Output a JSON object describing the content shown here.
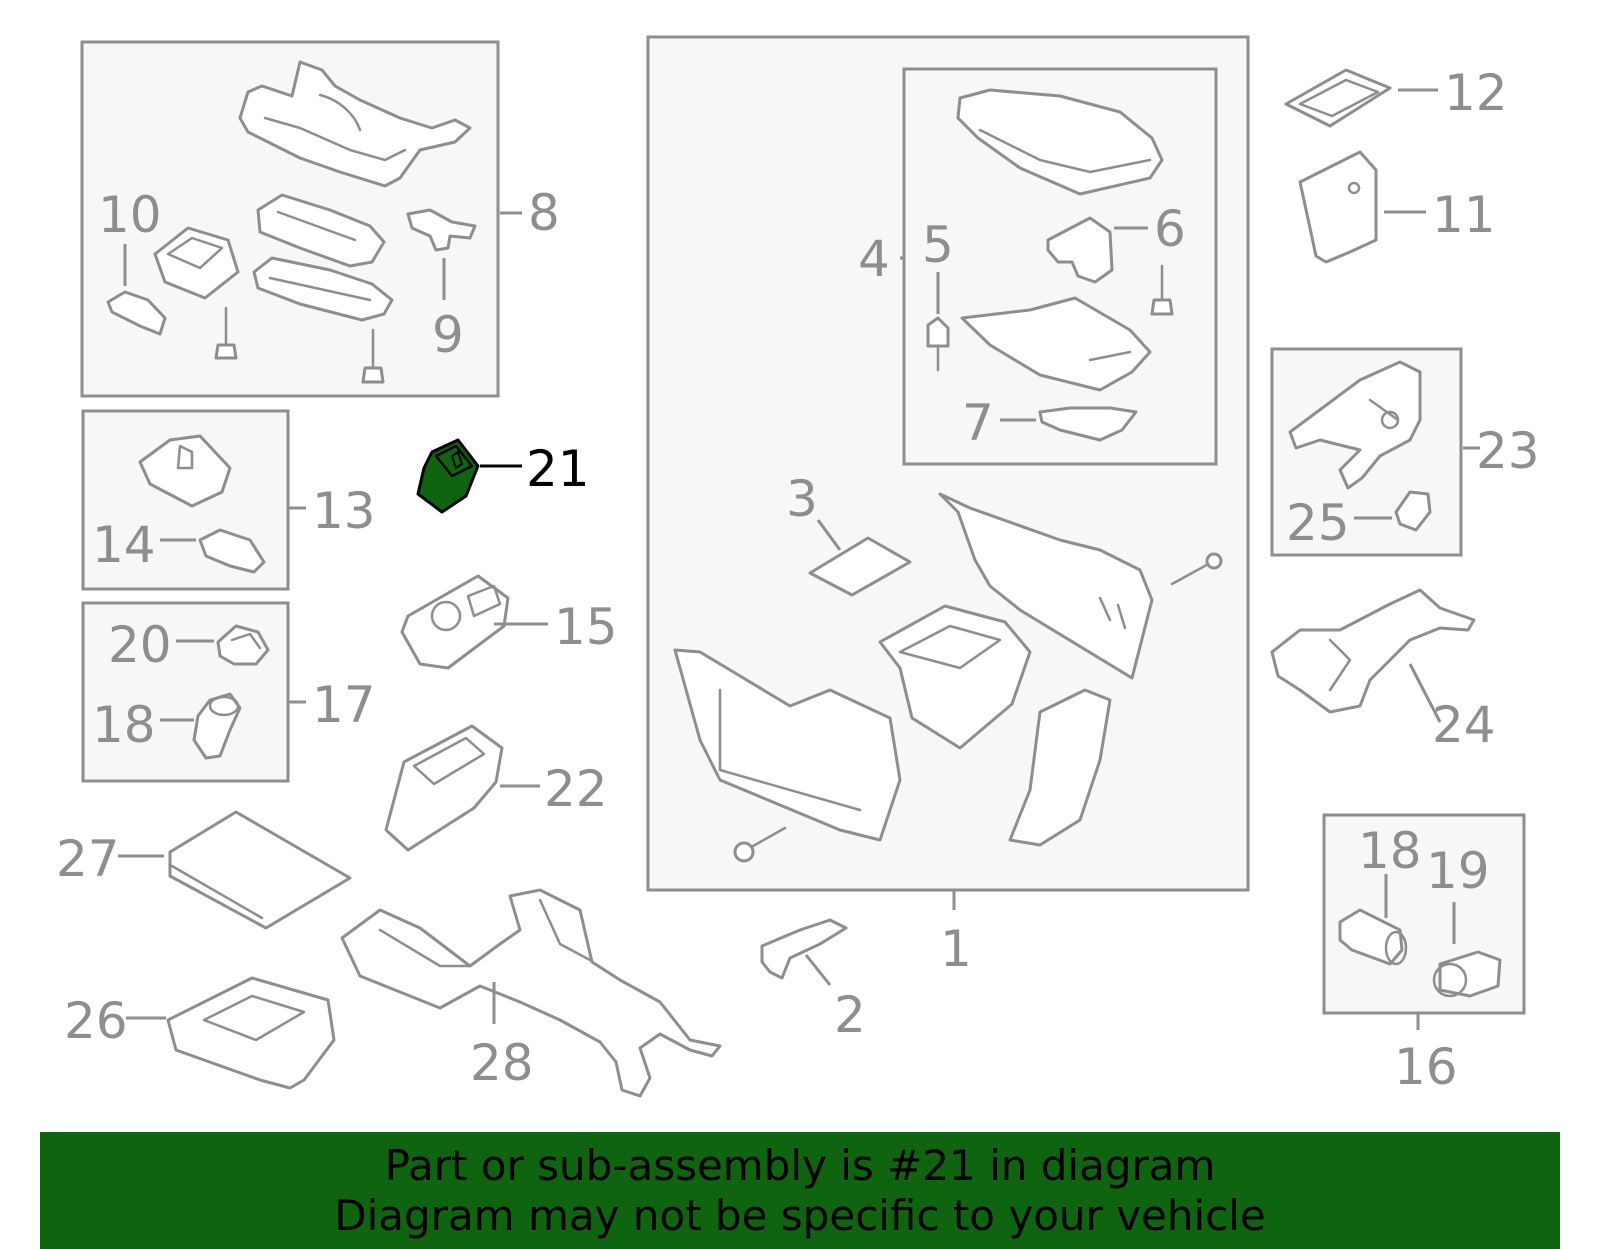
{
  "diagram": {
    "highlight_color": "#0f640f",
    "callouts": [
      {
        "id": "1",
        "label": "1"
      },
      {
        "id": "2",
        "label": "2"
      },
      {
        "id": "3",
        "label": "3"
      },
      {
        "id": "4",
        "label": "4"
      },
      {
        "id": "5",
        "label": "5"
      },
      {
        "id": "6",
        "label": "6"
      },
      {
        "id": "7",
        "label": "7"
      },
      {
        "id": "8",
        "label": "8"
      },
      {
        "id": "9",
        "label": "9"
      },
      {
        "id": "10",
        "label": "10"
      },
      {
        "id": "11",
        "label": "11"
      },
      {
        "id": "12",
        "label": "12"
      },
      {
        "id": "13",
        "label": "13"
      },
      {
        "id": "14",
        "label": "14"
      },
      {
        "id": "15",
        "label": "15"
      },
      {
        "id": "16",
        "label": "16"
      },
      {
        "id": "17",
        "label": "17"
      },
      {
        "id": "18a",
        "label": "18"
      },
      {
        "id": "18b",
        "label": "18"
      },
      {
        "id": "19",
        "label": "19"
      },
      {
        "id": "20",
        "label": "20"
      },
      {
        "id": "21",
        "label": "21",
        "highlighted": true
      },
      {
        "id": "22",
        "label": "22"
      },
      {
        "id": "23",
        "label": "23"
      },
      {
        "id": "24",
        "label": "24"
      },
      {
        "id": "25",
        "label": "25"
      },
      {
        "id": "26",
        "label": "26"
      },
      {
        "id": "27",
        "label": "27"
      },
      {
        "id": "28",
        "label": "28"
      }
    ]
  },
  "banner": {
    "line1": "Part or sub-assembly is #21 in diagram",
    "line2": "Diagram may not be specific to your vehicle",
    "background": "#0f640f"
  }
}
